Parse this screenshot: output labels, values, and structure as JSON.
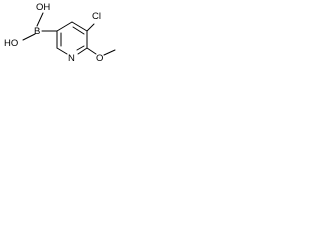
{
  "structure": {
    "atoms": {
      "boron": "B",
      "hydroxyl_1": "HO",
      "hydroxyl_2": "OH",
      "chlorine": "Cl",
      "nitrogen": "N",
      "methoxy": "O"
    },
    "colors": {
      "bond": "#000000",
      "label": "#000000",
      "background": "#ffffff"
    }
  }
}
